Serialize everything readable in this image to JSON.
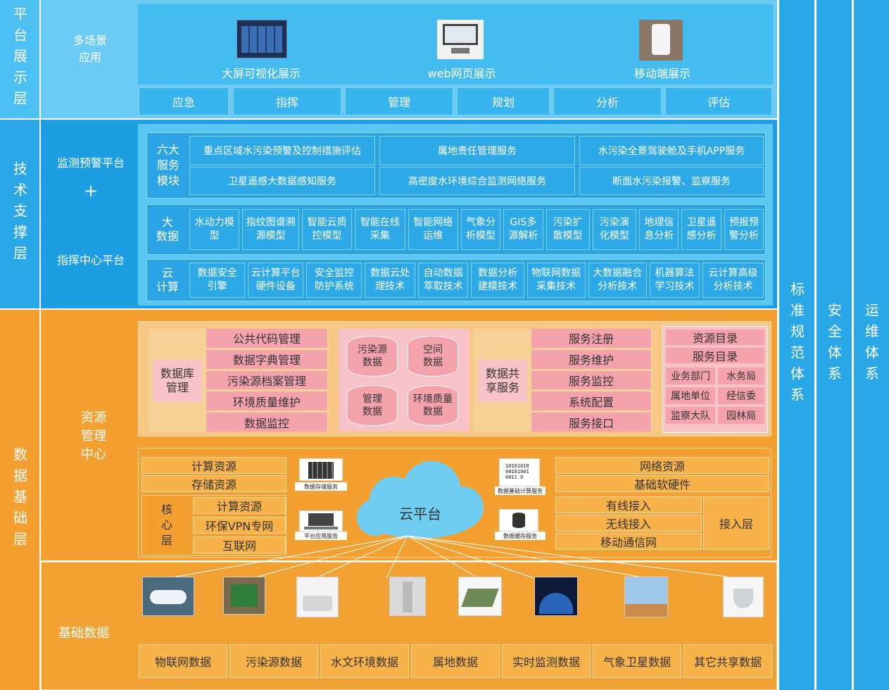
{
  "layers": {
    "platform": "平台展示层",
    "tech": "技术支撑层",
    "data": "数据基础层"
  },
  "right_columns": [
    "标准规范体系",
    "安全体系",
    "运维体系"
  ],
  "platform": {
    "left_label": "多场景\n应用",
    "displays": [
      "大屏可视化展示",
      "web网页展示",
      "移动端展示"
    ],
    "tabs": [
      "应急",
      "指挥",
      "管理",
      "规划",
      "分析",
      "评估"
    ]
  },
  "tech": {
    "left_top": "监测预警平台",
    "plus": "+",
    "left_bottom": "指挥中心平台",
    "six_label": "六大\n服务\n模块",
    "six_services": [
      "重点区域水污染预警及控制措施评估",
      "属地责任管理服务",
      "水污染全景驾驶舱及手机APP服务",
      "卫星遥感大数据感知服务",
      "高密度水环境综合监测网络服务",
      "断面水污染报警、监察服务"
    ],
    "bigdata_label": "大\n数据",
    "bigdata_items": [
      "水动力模\n型",
      "指纹图谱溯\n源模型",
      "智能云质\n控模型",
      "智能在线\n采集",
      "智能网络\n运维",
      "气象分\n析模型",
      "GIS多\n源解析",
      "污染扩\n散模型",
      "污染演\n化模型",
      "地理信\n息分析",
      "卫星遥\n感分析",
      "预报预\n警分析"
    ],
    "cloud_label": "云\n计算",
    "cloud_items": [
      "数据安全\n引擎",
      "云计算平台\n硬件设备",
      "安全监控\n防护系统",
      "数据云处\n理技术",
      "自动数据\n萃取技术",
      "数据分析\n建模技术",
      "物联网数据\n采集技术",
      "大数据融合\n分析技术",
      "机器算法\n学习技术",
      "云计算高级\n分析技术"
    ]
  },
  "resource": {
    "left_label": "资源\n管理\n中心",
    "db_mgmt_label": "数据库\n管理",
    "db_mgmt_items": [
      "公共代码管理",
      "数据字典管理",
      "污染源档案管理",
      "环境质量维护",
      "数据监控"
    ],
    "db_cylinders": [
      "污染源\n数据",
      "空间\n数据",
      "管理\n数据",
      "环境质量\n数据"
    ],
    "share_label": "数据共\n享服务",
    "share_items": [
      "服务注册",
      "服务维护",
      "服务监控",
      "系统配置",
      "服务接口"
    ],
    "catalog": [
      "资源目录",
      "服务目录"
    ],
    "catalog_pairs": [
      [
        "业务部门",
        "水务局"
      ],
      [
        "属地单位",
        "经信委"
      ],
      [
        "监察大队",
        "园林局"
      ]
    ]
  },
  "cloud_platform": {
    "center": "云平台",
    "left_top": [
      "计算资源",
      "存储资源"
    ],
    "core_label": "核\n心\n层",
    "core_items": [
      "计算资源",
      "环保VPN专网",
      "互联网"
    ],
    "icons": [
      "数据存储服务",
      "平台应用服务",
      "数据基础计算服务",
      "数据缓存服务"
    ],
    "right_top": [
      "网络资源",
      "基础软硬件"
    ],
    "access_items": [
      "有线接入",
      "无线接入",
      "移动通信网"
    ],
    "access_label": "接入层"
  },
  "base_data": {
    "label": "基础数据",
    "items": [
      "物联网数据",
      "污染源数据",
      "水文环境数据",
      "属地数据",
      "实时监测数据",
      "气象卫星数据",
      "其它共享数据"
    ]
  },
  "colors": {
    "light_blue": "#4cc0f2",
    "mid_blue": "#2aa7e6",
    "orange": "#f3a030",
    "pink": "#f4a3ad"
  }
}
